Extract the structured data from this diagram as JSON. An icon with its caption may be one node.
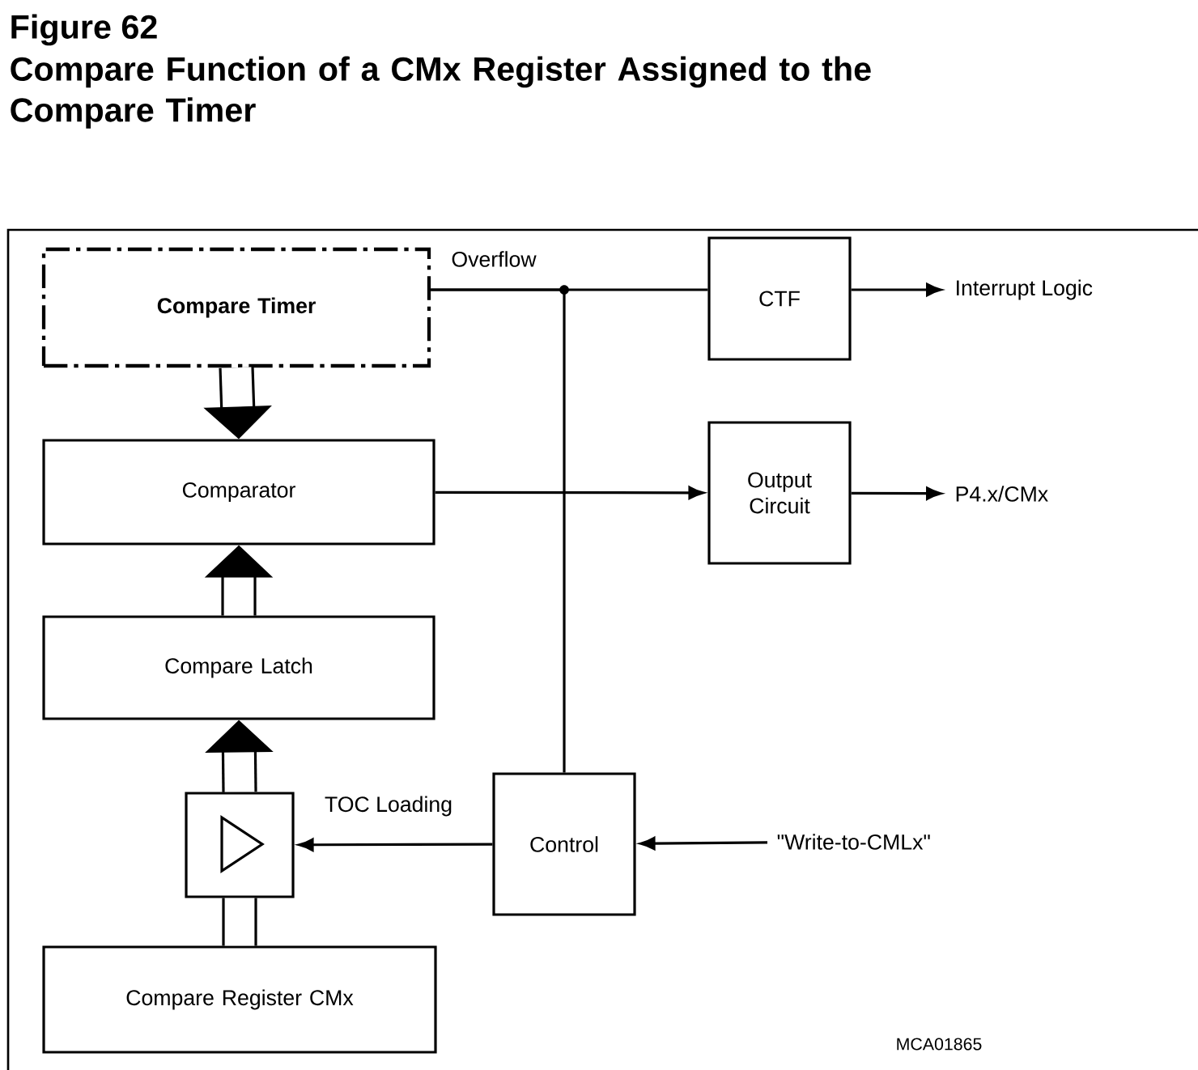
{
  "diagram": {
    "title": "Compare Function of a CMx Register Assigned to the Compare Timer",
    "nodes": [
      {
        "text": [
          "Compare Timer"
        ]
      },
      {
        "text": [
          "Comparator"
        ]
      },
      {
        "text": [
          "Compare Latch"
        ]
      },
      {
        "text": [],
        "shape": "box"
      },
      {
        "text": [
          "Compare Register CMx"
        ]
      },
      {
        "text": [
          "CTF"
        ]
      },
      {
        "text": [
          "Output Circuit"
        ]
      },
      {
        "text": [
          "Control"
        ]
      },
      {
        "text": [
          "Interrupt Logic"
        ]
      },
      {
        "text": [
          "P4.x/CMx"
        ]
      },
      {
        "text": [
          "\"Write-to-CMLx\""
        ]
      }
    ],
    "edges": [
      {
        "from": 0,
        "to": 5,
        "arrow": "none",
        "label": "Overflow"
      },
      {
        "from": 0,
        "to": 7,
        "arrow": "none"
      },
      {
        "from": 0,
        "to": 1,
        "arrow": "to",
        "style": "thick"
      },
      {
        "from": 2,
        "to": 1,
        "arrow": "to",
        "style": "thick"
      },
      {
        "from": 3,
        "to": 2,
        "arrow": "to",
        "style": "thick"
      },
      {
        "from": 4,
        "to": 3,
        "arrow": "none",
        "style": "thick"
      },
      {
        "from": 1,
        "to": 6,
        "arrow": "to"
      },
      {
        "from": 5,
        "to": 8,
        "arrow": "to"
      },
      {
        "from": 6,
        "to": 9,
        "arrow": "to"
      },
      {
        "from": 7,
        "to": 3,
        "arrow": "to",
        "label": "TOC Loading"
      },
      {
        "from": 10,
        "to": 7,
        "arrow": "to"
      }
    ],
    "labels": [
      "Figure 62",
      "MCA01865"
    ]
  }
}
